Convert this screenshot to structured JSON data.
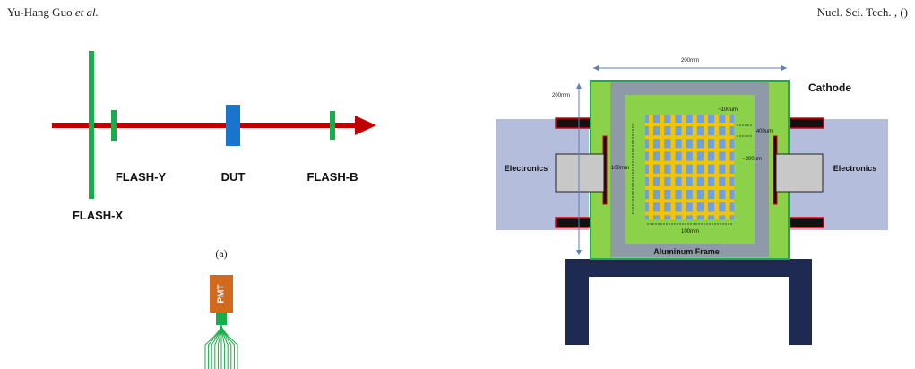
{
  "header": {
    "author": "Yu-Hang Guo",
    "author_suffix": "et al.",
    "journal": "Nucl. Sci. Tech. , ()"
  },
  "figure_a": {
    "labels": {
      "flash_x": "FLASH-X",
      "flash_y": "FLASH-Y",
      "dut": "DUT",
      "flash_b": "FLASH-B"
    },
    "caption": "(a)",
    "pmt_label": "PMT",
    "colors": {
      "beam": "#c00000",
      "detector": "#1aab4a",
      "dut": "#1874cd",
      "pmt": "#d2691e"
    }
  },
  "figure_b": {
    "dim_width_top": "200mm",
    "dim_height_left": "200mm",
    "cathode": "Cathode",
    "electronics_left": "Electronics",
    "electronics_right": "Electronics",
    "dim_100um": "~100um",
    "dim_400um": "400um",
    "dim_300um": "~300um",
    "dim_100mm_vertical": "100mm",
    "dim_100mm_horizontal": "100mm",
    "aluminum_frame": "Aluminum Frame",
    "colors": {
      "frame_green": "#8bd24a",
      "frame_grey": "#8f9aa8",
      "grid_yellow": "#f5c400",
      "grid_blue": "#6fa0e0",
      "electronics_bg": "#b4bedc",
      "stand": "#1f2a52"
    }
  }
}
